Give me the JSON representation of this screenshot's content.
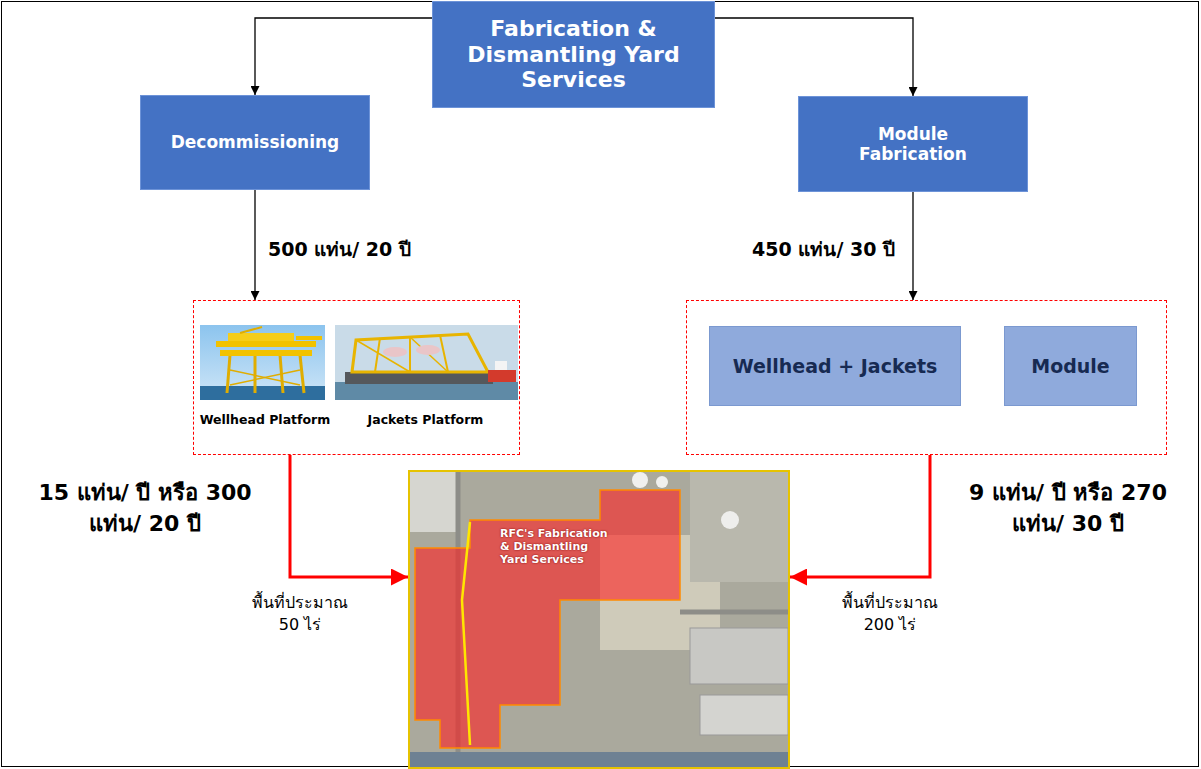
{
  "diagram": {
    "nodes": [
      {
        "text": [
          "Fabrication & Dismantling Yard Services"
        ]
      },
      {
        "text": [
          "Decommissioning"
        ]
      },
      {
        "text": [
          "Module Fabrication"
        ]
      },
      {
        "text": []
      },
      {
        "text": [
          "Wellhead Platform"
        ],
        "in": 3
      },
      {
        "text": [
          "Jackets Platform"
        ],
        "in": 3
      },
      {
        "text": []
      },
      {
        "text": [
          "Wellhead + Jackets"
        ],
        "in": 6
      },
      {
        "text": [
          "Module"
        ],
        "in": 6
      },
      {
        "text": [
          "RFC's Fabrication & Dismantling Yard Services"
        ]
      }
    ],
    "edges": [
      {
        "from": 0,
        "to": 1,
        "arrow": "to"
      },
      {
        "from": 0,
        "to": 2,
        "arrow": "to"
      },
      {
        "from": 1,
        "to": 3,
        "arrow": "to",
        "label": "500 แท่น/ 20 ปี"
      },
      {
        "from": 2,
        "to": 6,
        "arrow": "to",
        "label": "450 แท่น/ 30 ปี"
      },
      {
        "from": 3,
        "to": 9,
        "arrow": "to",
        "label": "15 แท่น/ ปี หรือ 300 แท่น/ 20 ปี"
      },
      {
        "from": 6,
        "to": 9,
        "arrow": "to",
        "label": "9 แท่น/ ปี หรือ 270 แท่น/ 30 ปี"
      }
    ],
    "labels": [
      "พื้นที่ประมาณ 50 ไร่",
      "พื้นที่ประมาณ 200 ไร่"
    ]
  }
}
